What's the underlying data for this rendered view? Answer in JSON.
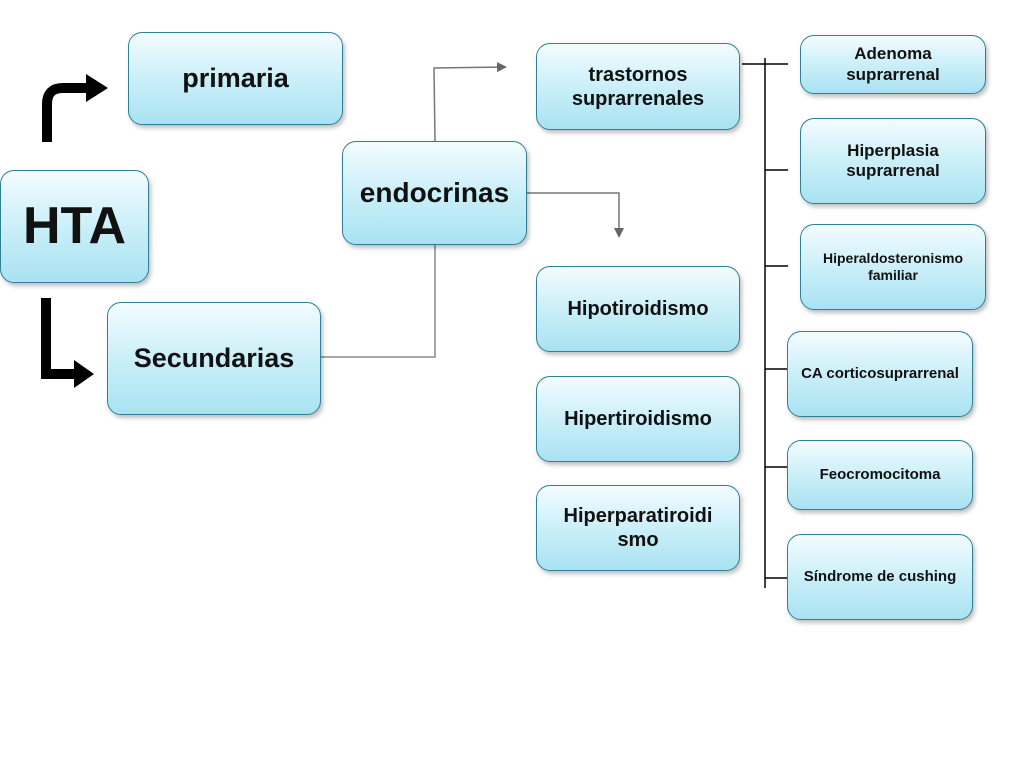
{
  "diagram": {
    "root": "HTA",
    "level1": {
      "primary": "primaria",
      "secondary": "Secundarias"
    },
    "level2": {
      "endocrine": "endocrinas"
    },
    "endocrine_children": {
      "adrenal_disorders": "trastornos suprarrenales",
      "hypothyroidism": "Hipotiroidismo",
      "hyperthyroidism": "Hipertiroidismo",
      "hyperparathyroidism": "Hiperparatiroidi smo"
    },
    "adrenal_children": {
      "adrenal_adenoma": "Adenoma suprarrenal",
      "adrenal_hyperplasia": "Hiperplasia suprarrenal",
      "familial_hyperaldosteronism": "Hiperaldosteronismo familiar",
      "adrenocortical_carcinoma": "CA corticosuprarrenal",
      "pheochromocytoma": "Feocromocitoma",
      "cushing_syndrome": "Síndrome de cushing"
    },
    "colors": {
      "node_border": "#2f7f95",
      "node_fill_top": "#f3fcff",
      "node_fill_bottom": "#a9e2f2",
      "connector": "#777777",
      "bent_arrow": "#000000"
    }
  }
}
